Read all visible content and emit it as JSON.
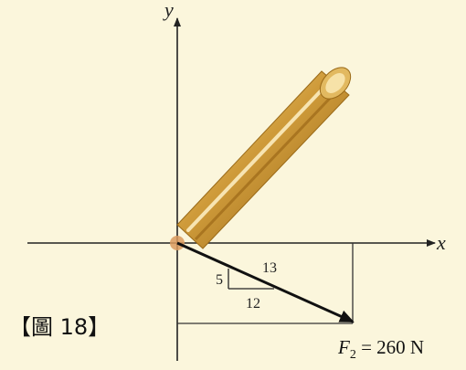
{
  "figure": {
    "caption": "【圖 18】",
    "axis_x_label": "x",
    "axis_y_label": "y",
    "slope": {
      "hypotenuse": "13",
      "rise": "5",
      "run": "12"
    },
    "force": {
      "symbol": "F",
      "subscript": "2",
      "equals_value": " = 260 N"
    }
  },
  "colors": {
    "background": "#fbf6dc",
    "axis": "#222222",
    "force_arrow": "#111111",
    "rod_dark": "#a8741e",
    "rod_mid": "#cf9b3a",
    "rod_light": "#f4dfa0",
    "guide_line": "#333333"
  }
}
